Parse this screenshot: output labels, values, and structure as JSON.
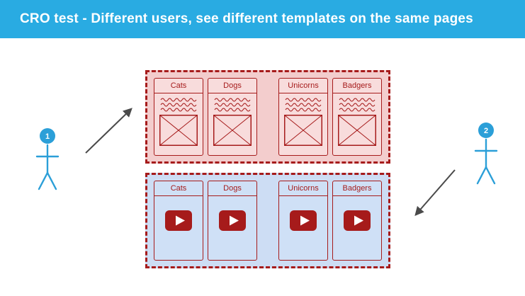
{
  "banner": {
    "title": "CRO test - Different users, see different templates on the same pages",
    "bg_color": "#29ABE2"
  },
  "users": [
    {
      "label": "1"
    },
    {
      "label": "2"
    }
  ],
  "templates": [
    {
      "bg_color": "#F3CDCD",
      "card_style": "text-and-image-placeholder",
      "cards": [
        {
          "label": "Cats"
        },
        {
          "label": "Dogs"
        },
        {
          "label": "Unicorns"
        },
        {
          "label": "Badgers"
        }
      ]
    },
    {
      "bg_color": "#CDDDF4",
      "card_style": "video-play-button",
      "cards": [
        {
          "label": "Cats"
        },
        {
          "label": "Dogs"
        },
        {
          "label": "Unicorns"
        },
        {
          "label": "Badgers"
        }
      ]
    }
  ],
  "colors": {
    "accent_red": "#A61B1B",
    "figure_blue": "#2B9FD8",
    "arrow_gray": "#4A4A4A",
    "banner_blue": "#29ABE2"
  }
}
